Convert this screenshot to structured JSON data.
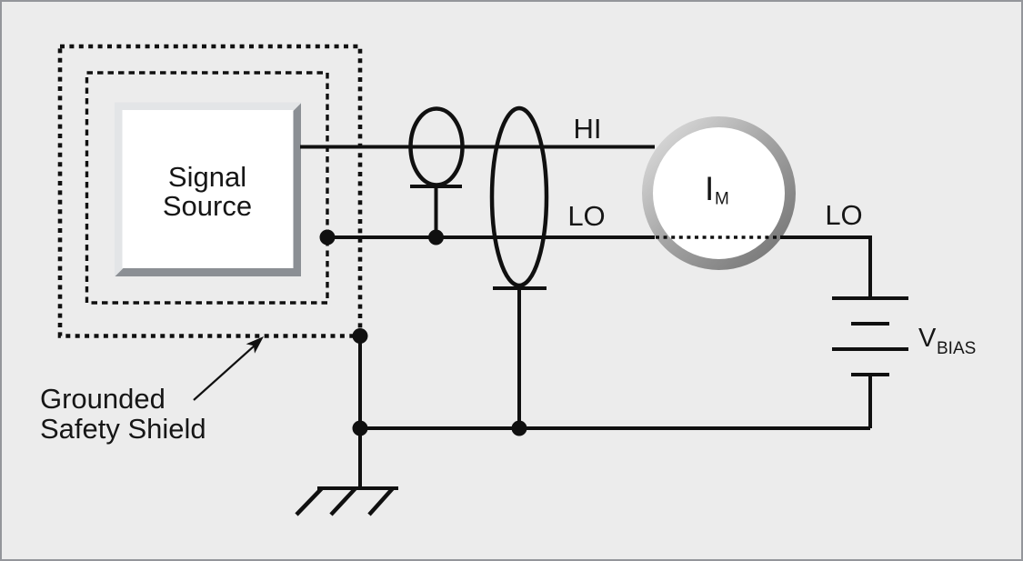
{
  "figure": {
    "signal_source": {
      "line1": "Signal",
      "line2": "Source"
    },
    "annotation": {
      "line1": "Grounded",
      "line2": "Safety Shield"
    },
    "labels": {
      "hi": "HI",
      "lo_left": "LO",
      "lo_right": "LO"
    },
    "meter": {
      "symbol": "I",
      "subscript": "M"
    },
    "bias": {
      "symbol": "V",
      "subscript": "BIAS"
    },
    "colors": {
      "background": "#ececec",
      "line": "#101010",
      "box_shadow": "#8b8f94",
      "box_bevel": "#e3e5e7",
      "ring_light": "#e2e2e2",
      "ring_dark": "#717171",
      "frame_border": "#94969b"
    }
  }
}
